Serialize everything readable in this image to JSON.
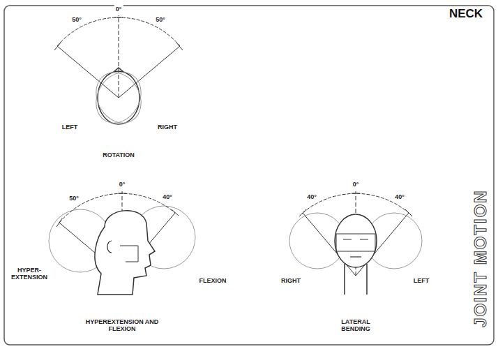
{
  "diagram": {
    "title": "NECK",
    "labels": [
      "50°",
      "0°",
      "50°",
      "LEFT",
      "RIGHT",
      "ROTATION",
      "50°",
      "0°",
      "40°",
      "HYPER-EXTENSION",
      "FLEXION",
      "HYPEREXTENSION AND FLEXION",
      "40°",
      "0°",
      "40°",
      "RIGHT",
      "LEFT",
      "LATERAL BENDING",
      "JOINT MOTION"
    ]
  }
}
